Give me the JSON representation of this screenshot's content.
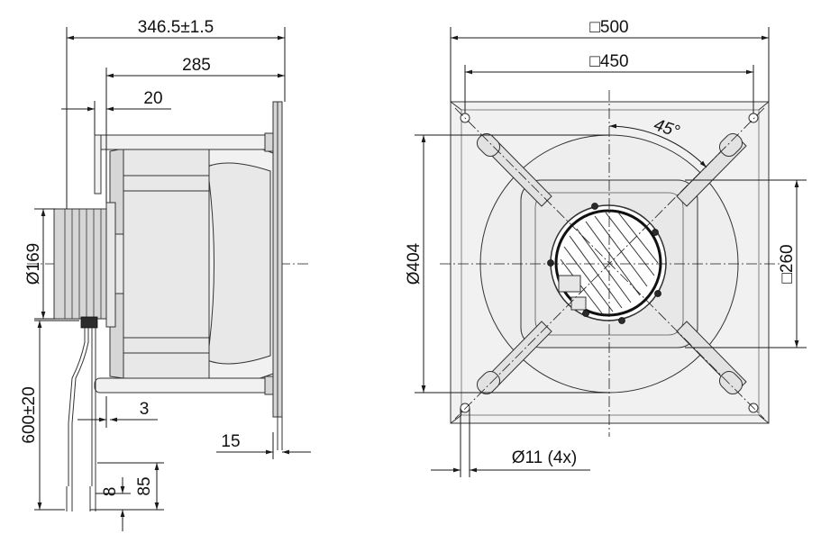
{
  "colors": {
    "line": "#1a1a1a",
    "part_fill": "#e8e8e8",
    "part_shade": "#d6d6d6",
    "background": "#ffffff"
  },
  "side_view": {
    "overall_length": "346.5±1.5",
    "body_length": "285",
    "offset": "20",
    "motor_diameter": "Ø169",
    "cable_length": "600±20",
    "flange_gap": "3",
    "plate_thickness": "15",
    "strip_length": "8",
    "wire_end_length": "85"
  },
  "front_view": {
    "plate_size": "□500",
    "hole_spacing": "□450",
    "rotation_angle": "45°",
    "ring_diameter": "Ø404",
    "inner_square": "□260",
    "mounting_holes": "Ø11 (4x)"
  }
}
